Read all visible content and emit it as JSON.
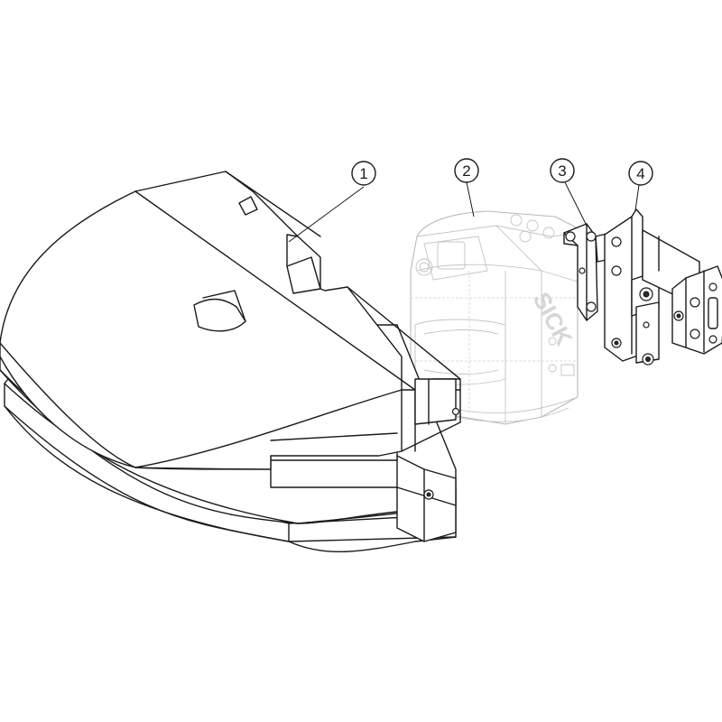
{
  "callouts": [
    {
      "number": "1",
      "name": "callout-1"
    },
    {
      "number": "2",
      "name": "callout-2"
    },
    {
      "number": "3",
      "name": "callout-3"
    },
    {
      "number": "4",
      "name": "callout-4"
    }
  ],
  "scanner": {
    "logo_text": "SICK"
  },
  "colors": {
    "line": "#1a1a1a",
    "ghost_line": "#b9b9b9",
    "background": "#ffffff"
  }
}
